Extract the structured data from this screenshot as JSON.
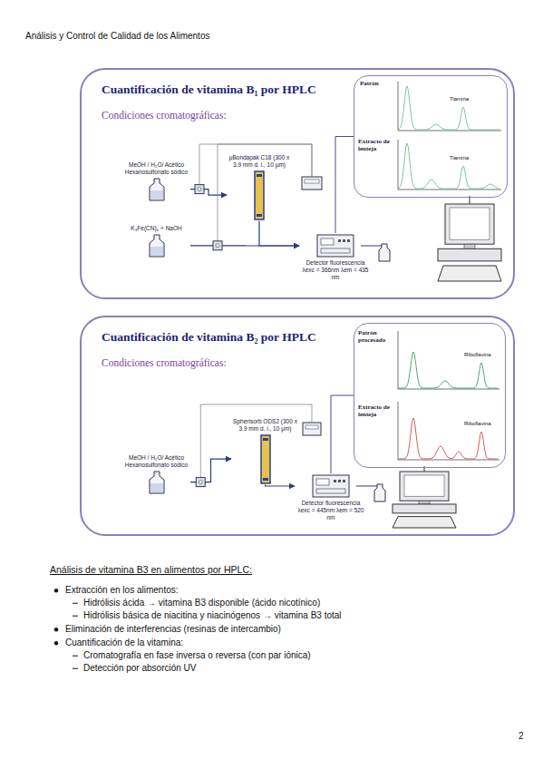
{
  "diagram": {
    "nodes": [
      {
        "text": [
          "Cuantificación de vitamina B₁ por HPLC",
          "Condiciones cromatográficas:"
        ]
      },
      {
        "text": [
          "MeOH / H₂O/ Acético Hexanosulfonato sódico"
        ],
        "in": 0
      },
      {
        "text": [
          "K₃Fe(CN)₆ + NaOH"
        ],
        "in": 0
      },
      {
        "text": [
          "μBondapak C18 (300 x 3.9 mm d. i., 10 μm)"
        ],
        "in": 0
      },
      {
        "text": [
          "Detector fluorescencia λexc = 366nm λem = 435 nm"
        ],
        "in": 0
      },
      {
        "text": [
          "Patrón",
          "Extracto de lenteja"
        ],
        "in": 0
      },
      {
        "text": [
          "Cuantificación de vitamina B₂ por HPLC",
          "Condiciones cromatográficas:"
        ]
      },
      {
        "text": [
          "MeOH / H₂O/ Acético Hexanosulfonato sódico"
        ],
        "in": 6
      },
      {
        "text": [
          "Spherisorb ODS2 (300 x 3.9 mm d. i., 10 μm)"
        ],
        "in": 6
      },
      {
        "text": [
          "Detector fluorescencia λexc = 445nm λem = 520 nm"
        ],
        "in": 6
      },
      {
        "text": [
          "Patrón procesado",
          "Extracto de lenteja"
        ],
        "in": 6
      }
    ],
    "edges": [
      {
        "from": 1,
        "to": 3,
        "arrow": "to"
      },
      {
        "from": 2,
        "to": 4,
        "arrow": "to"
      },
      {
        "from": 3,
        "to": 4,
        "arrow": "to"
      },
      {
        "from": 4,
        "to": 5,
        "arrow": "none"
      },
      {
        "from": 7,
        "to": 8,
        "arrow": "to"
      },
      {
        "from": 8,
        "to": 9,
        "arrow": "to"
      },
      {
        "from": 9,
        "to": 10,
        "arrow": "none"
      }
    ],
    "labels": [
      "Análisis y Control de Calidad de los Alimentos",
      "Tiamina",
      "Tiamina",
      "Riboflavina",
      "Riboflavina",
      "Análisis de vitamina B3 en alimentos por HPLC:",
      "Extracción en los alimentos:",
      "Hidrólisis ácida → vitamina B3 disponible (ácido nicotínico)",
      "Hidrólisis básica de niacitina y niacinógenos → vitamina B3 total",
      "Eliminación de interferencias (resinas de intercambio)",
      "Cuantificación de la vitamina:",
      "Cromatografía en fase inversa o reversa (con par iónica)",
      "Detección por absorción UV",
      "2"
    ]
  }
}
